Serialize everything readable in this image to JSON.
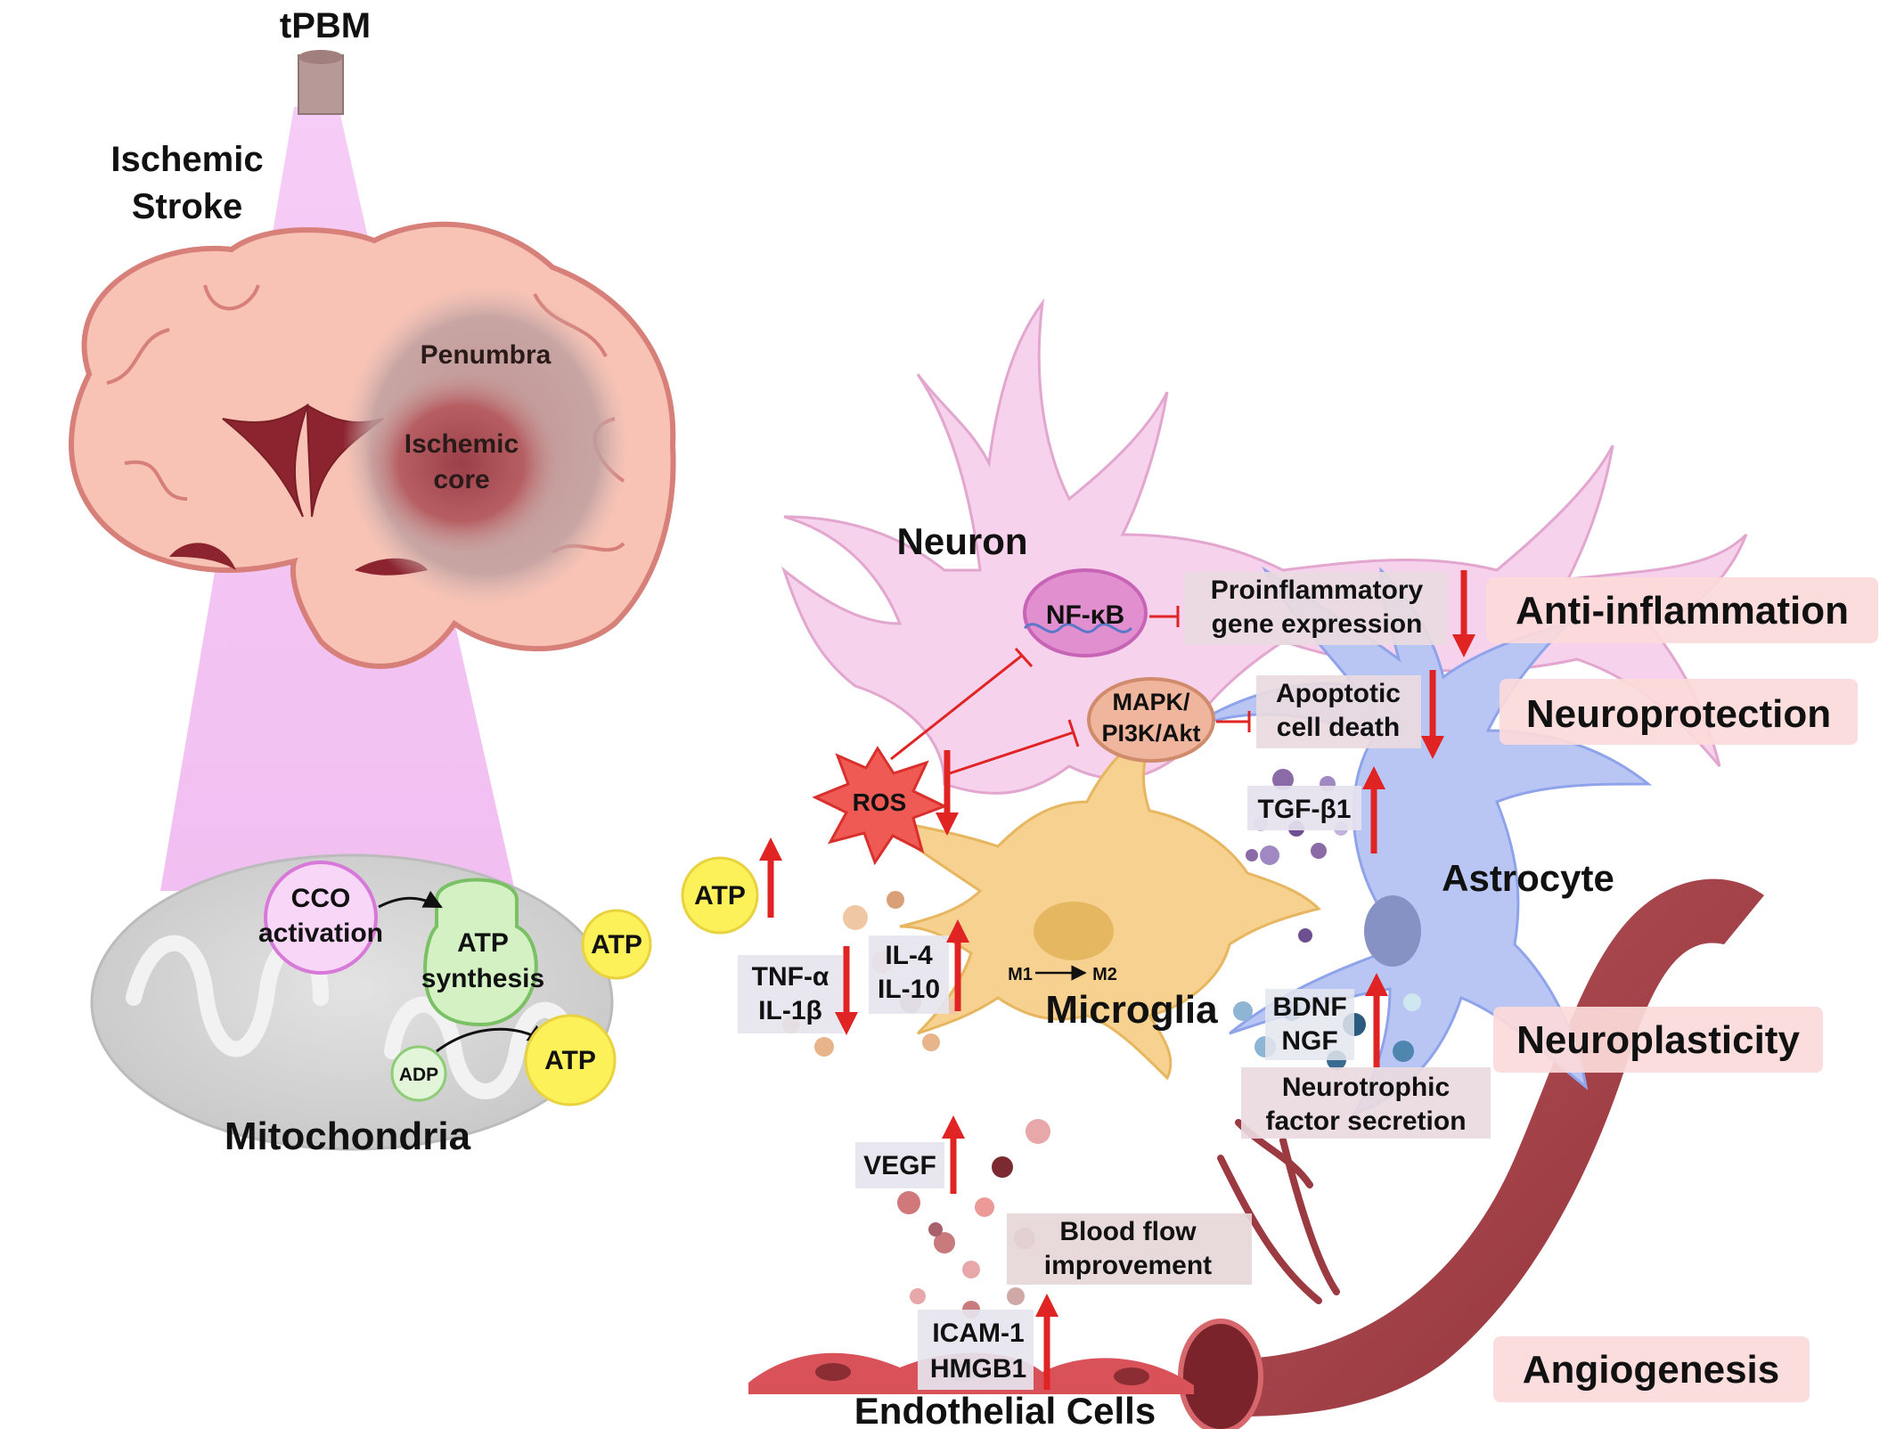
{
  "colors": {
    "light_beam": "#f4c6f4",
    "brain_fill": "#f8c3b5",
    "brain_stroke": "#d9807a",
    "core_color": "#a34a52",
    "neuron_fill": "#f6d2ec",
    "microglia_fill": "#f7d190",
    "astrocyte_fill": "#b9c6f4",
    "vessel_fill": "#a9454a",
    "arrow_red": "#e02323",
    "outcome_box": "#fcdada",
    "label_box": "#eee0e4",
    "atp_yellow": "#fdf15a"
  },
  "left": {
    "title_tpbm": "tPBM",
    "title_stroke_line1": "Ischemic",
    "title_stroke_line2": "Stroke",
    "penumbra": "Penumbra",
    "core_line1": "Ischemic",
    "core_line2": "core",
    "mito": {
      "title": "Mitochondria",
      "cco_line1": "CCO",
      "cco_line2": "activation",
      "atp_syn_line1": "ATP",
      "atp_syn_line2": "synthesis",
      "adp": "ADP",
      "atp_a": "ATP",
      "atp_b": "ATP"
    }
  },
  "right": {
    "neuron": "Neuron",
    "nfkb": "NF-κB",
    "proinflam_line1": "Proinflammatory",
    "proinflam_line2": "gene expression",
    "mapk_line1": "MAPK/",
    "mapk_line2": "PI3K/Akt",
    "apoptotic_line1": "Apoptotic",
    "apoptotic_line2": "cell death",
    "ros": "ROS",
    "atp": "ATP",
    "tgf": "TGF-β1",
    "astrocyte": "Astrocyte",
    "tnf": "TNF-α",
    "il1b": "IL-1β",
    "il4": "IL-4",
    "il10": "IL-10",
    "m1": "M1",
    "m2": "M2",
    "microglia": "Microglia",
    "bdnf": "BDNF",
    "ngf": "NGF",
    "neurotrophic_line1": "Neurotrophic",
    "neurotrophic_line2": "factor secretion",
    "vegf": "VEGF",
    "blood_flow_line1": "Blood flow",
    "blood_flow_line2": "improvement",
    "icam": "ICAM-1",
    "hmgb": "HMGB1",
    "endothelial": "Endothelial Cells"
  },
  "outcomes": {
    "anti_inflammation": "Anti-inflammation",
    "neuroprotection": "Neuroprotection",
    "neuroplasticity": "Neuroplasticity",
    "angiogenesis": "Angiogenesis"
  }
}
